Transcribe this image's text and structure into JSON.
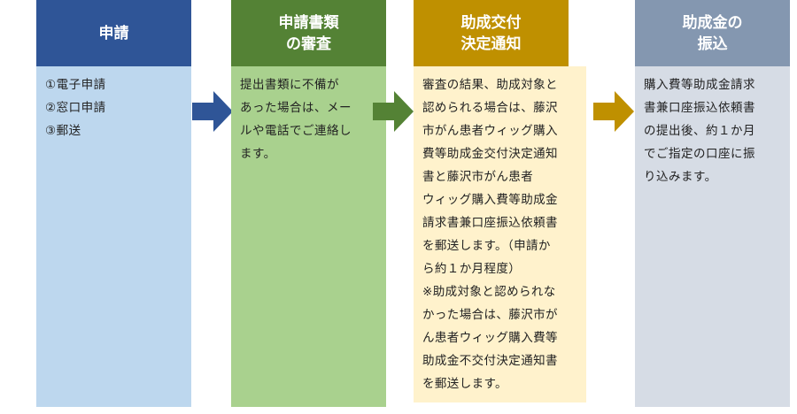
{
  "steps": [
    {
      "title": "申請",
      "header_color": "#2f5597",
      "body_color": "#bdd7ee",
      "lines": [
        "①電子申請",
        "②窓口申請",
        "③郵送"
      ]
    },
    {
      "title": "申請書類\nの審査",
      "header_color": "#548235",
      "body_color": "#a9d18e",
      "lines": [
        "提出書類に不備が",
        "あった場合は、メー",
        "ルや電話でご連絡し",
        "ます。"
      ]
    },
    {
      "title": "助成交付\n決定通知",
      "header_color": "#bf9000",
      "body_color": "#fff2cc",
      "lines": [
        "審査の結果、助成対象と",
        "認められる場合は、藤沢",
        "市がん患者ウィッグ購入",
        "費等助成金交付決定通知",
        "書と藤沢市がん患者",
        "ウィッグ購入費等助成金",
        "請求書兼口座振込依頼書",
        "を郵送します。（申請か",
        "ら約１か月程度）",
        "※助成対象と認められな",
        "かった場合は、藤沢市が",
        "ん患者ウィッグ購入費等",
        "助成金不交付決定通知書",
        "を郵送します。"
      ]
    },
    {
      "title": "助成金の\n振込",
      "header_color": "#8497b0",
      "body_color": "#d6dce5",
      "lines": [
        "購入費等助成金請求",
        "書兼口座振込依頼書",
        "の提出後、約１か月",
        "でご指定の口座に振",
        "り込みます。"
      ]
    }
  ],
  "arrows": [
    {
      "color": "#2f5597"
    },
    {
      "color": "#548235"
    },
    {
      "color": "#bf9000"
    }
  ]
}
